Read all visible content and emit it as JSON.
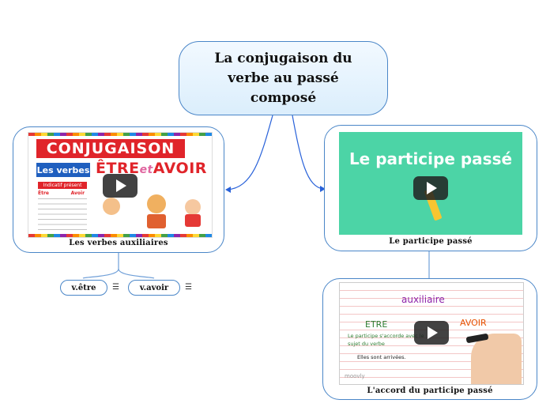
{
  "central": {
    "title": "La conjugaison du verbe au passé composé"
  },
  "left_topic": {
    "caption": "Les verbes auxiliaires",
    "thumbnail": {
      "banner": "CONJUGAISON",
      "les_verbes": "Les verbes",
      "etre": "ÊTRE",
      "et": "et",
      "avoir": "AVOIR",
      "indicatif": "Indicatif présent",
      "col_etre": "Être",
      "col_avoir": "Avoir"
    },
    "subtopics": [
      {
        "label": "v.être",
        "icon": "menu-icon"
      },
      {
        "label": "v.avoir",
        "icon": "menu-icon"
      }
    ]
  },
  "right_topic": {
    "caption": "Le participe passé",
    "thumbnail": {
      "title": "Le participe passé",
      "bg_color": "#4cd4a6"
    }
  },
  "right_sub": {
    "caption": "L'accord du participe passé",
    "thumbnail": {
      "auxiliaire": "auxiliaire",
      "etre": "ETRE",
      "avoir": "AVOIR",
      "rule": "Le participe s'accorde avec le sujet du verbe",
      "example": "Elles sont arrivées.",
      "watermark": "moovly"
    }
  },
  "colors": {
    "accent": "#4a86c8",
    "central_fill": "#e3f2fd",
    "red": "#e0242a",
    "teal": "#4cd4a6"
  }
}
